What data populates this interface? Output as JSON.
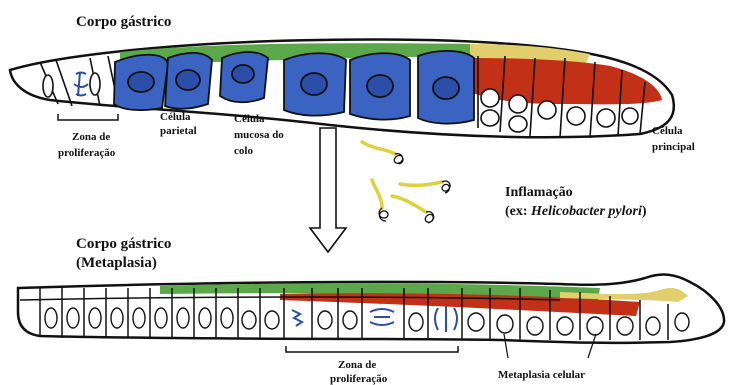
{
  "top": {
    "title": "Corpo gástrico",
    "labels": {
      "proliferation_line1": "Zona de",
      "proliferation_line2": "proliferação",
      "parietal_line1": "Célula",
      "parietal_line2": "parietal",
      "mucous_line1": "Célula",
      "mucous_line2": "mucosa do",
      "mucous_line3": "colo",
      "chief_line1": "Célula",
      "chief_line2": "principal"
    }
  },
  "inflammation": {
    "title": "Inflamação",
    "example_prefix": "(ex: ",
    "example_species": "Helicobacter pylori",
    "example_suffix": ")"
  },
  "bottom": {
    "title_line1": "Corpo gástrico",
    "title_line2": "(Metaplasia)",
    "labels": {
      "proliferation_line1": "Zona de",
      "proliferation_line2": "proliferação",
      "metaplasia": "Metaplasia celular"
    }
  },
  "colors": {
    "parietal_blue": "#3a63c2",
    "nucleus_blue": "#2b4fa8",
    "mucous_green": "#5aa84a",
    "chief_red": "#c23018",
    "chief_yellow": "#e0cf6c",
    "bacteria_yellow": "#ddd23a"
  }
}
